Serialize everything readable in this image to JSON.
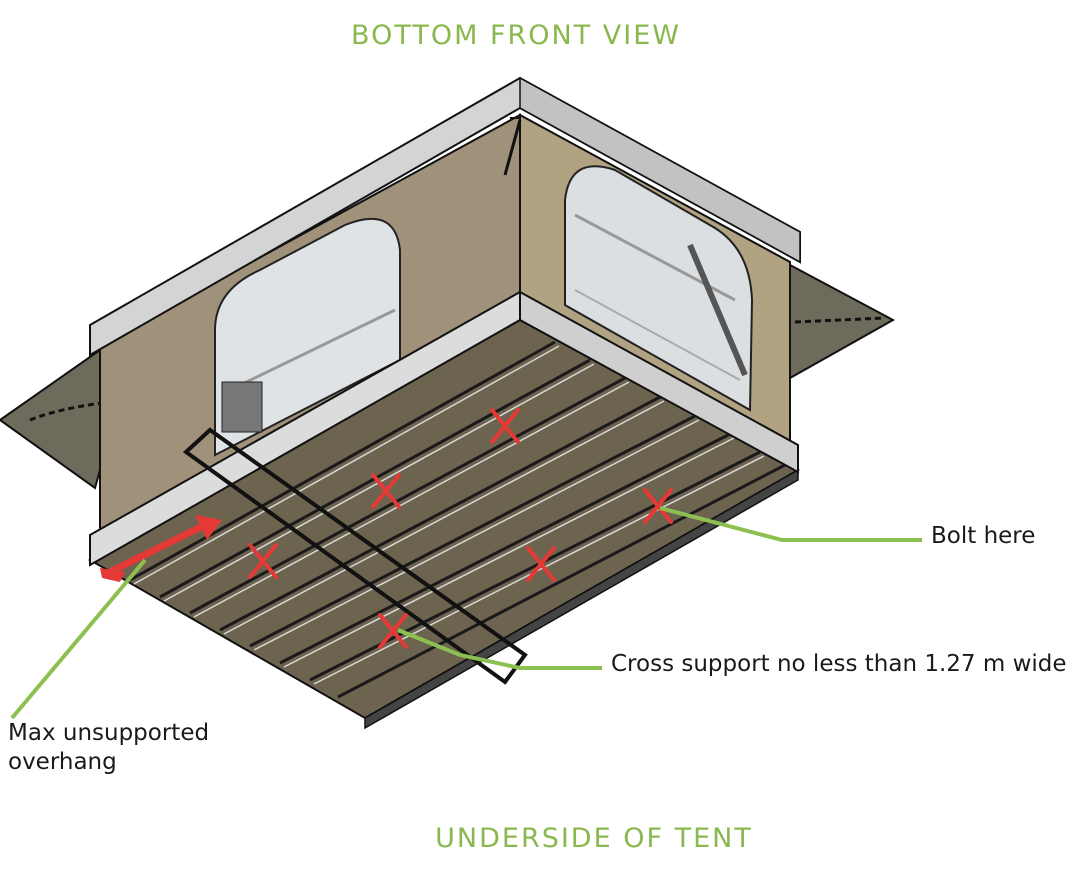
{
  "headings": {
    "top": "BOTTOM FRONT VIEW",
    "bottom": "UNDERSIDE OF TENT"
  },
  "callouts": {
    "bolt": "Bolt here",
    "cross_support": "Cross support no less than 1.27 m wide",
    "overhang": "Max unsupported overhang"
  },
  "colors": {
    "heading": "#8ab84e",
    "leader": "#8cc151",
    "marker": "#e53935",
    "floor": "#6d6450",
    "canvas_wall": "#b1a281",
    "frame": "#d4d4d4",
    "outline": "#111111"
  },
  "bolt_markers": 6
}
